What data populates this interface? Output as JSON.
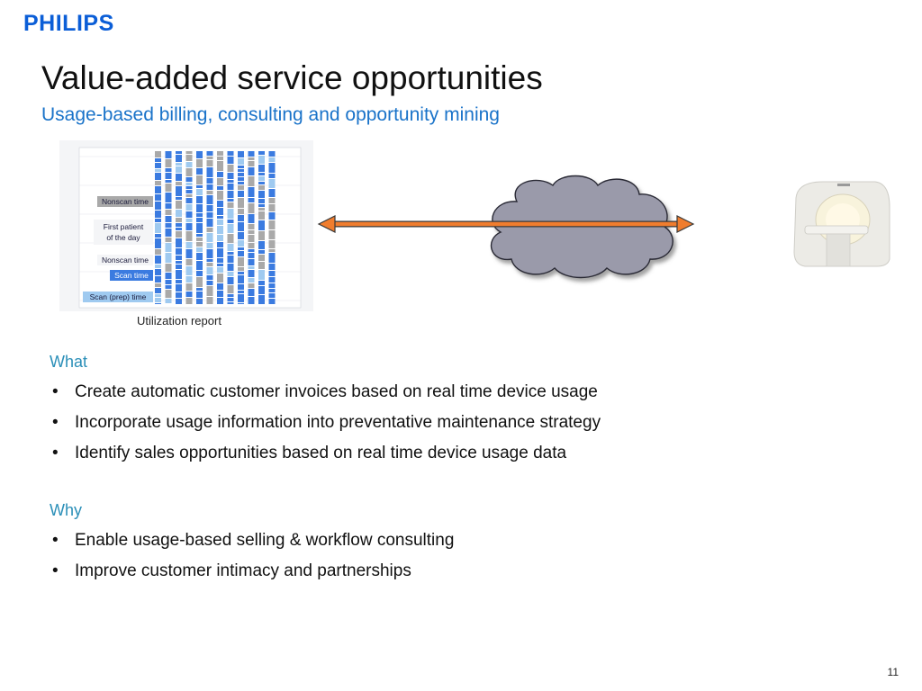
{
  "brand": {
    "logo_text": "PHILIPS",
    "color": "#0b5ed7"
  },
  "slide": {
    "title": "Value-added service opportunities",
    "subtitle": "Usage-based billing, consulting and opportunity mining",
    "page_number": "11"
  },
  "figure": {
    "caption": "Utilization report",
    "chart_labels": {
      "nonscan_top": "Nonscan time",
      "first_patient_line1": "First patient",
      "first_patient_line2": "of the day",
      "nonscan_bottom": "Nonscan time",
      "scan_time": "Scan time",
      "scan_prep": "Scan (prep) time"
    },
    "colors": {
      "scan": "#3b7be0",
      "nonscan": "#a9a9a9",
      "prep": "#9fcaf0",
      "cloud": "#9a9aaa",
      "arrow": "#f07d2e"
    }
  },
  "what": {
    "label": "What",
    "items": [
      "Create automatic customer invoices based on real time device usage",
      "Incorporate usage information into preventative maintenance strategy",
      "Identify sales opportunities based on real time device usage data"
    ]
  },
  "why": {
    "label": "Why",
    "items": [
      "Enable usage-based selling & workflow consulting",
      "Improve customer intimacy and partnerships"
    ]
  },
  "bullet_char": "•"
}
